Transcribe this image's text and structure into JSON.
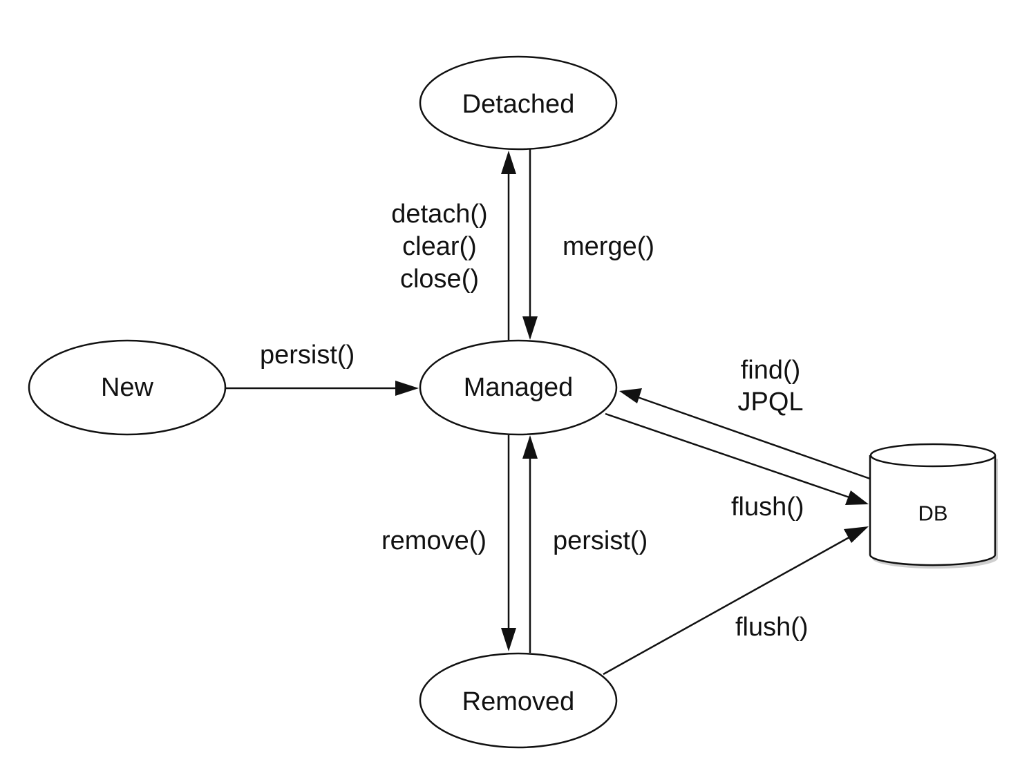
{
  "colors": {
    "line": "#111111",
    "fill": "#ffffff",
    "background": "#ffffff"
  },
  "nodes": {
    "detached": {
      "label": "Detached"
    },
    "new": {
      "label": "New"
    },
    "managed": {
      "label": "Managed"
    },
    "removed": {
      "label": "Removed"
    },
    "db": {
      "label": "DB"
    }
  },
  "edges": {
    "new_to_managed": {
      "label": "persist()"
    },
    "managed_to_detached": {
      "labels": [
        "detach()",
        "clear()",
        "close()"
      ]
    },
    "detached_to_managed": {
      "label": "merge()"
    },
    "db_to_managed": {
      "labels": [
        "find()",
        "JPQL"
      ]
    },
    "managed_to_db": {
      "label": "flush()"
    },
    "managed_to_removed": {
      "label": "remove()"
    },
    "removed_to_managed": {
      "label": "persist()"
    },
    "removed_to_db": {
      "label": "flush()"
    }
  }
}
